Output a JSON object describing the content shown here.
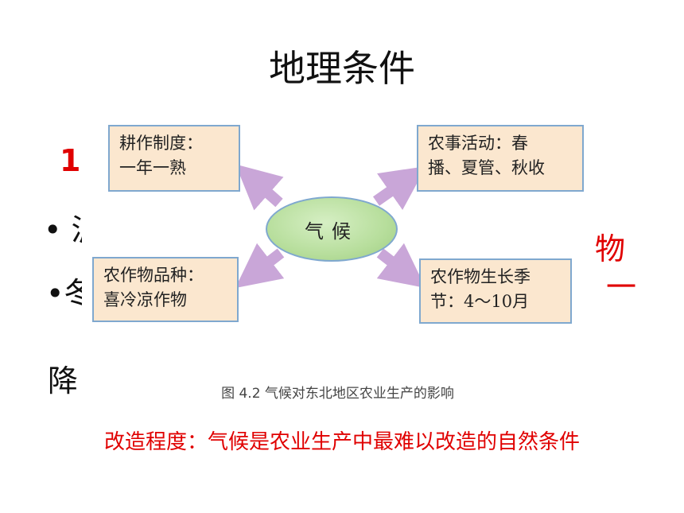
{
  "slide": {
    "title": "地理条件",
    "footer": "改造程度：气候是农业生产中最难以改造的自然条件"
  },
  "background_fragments": {
    "red_number": "1",
    "bullet_1": "• 泸",
    "bullet_2": "•冬",
    "text_jiang": "降",
    "right_1": "物",
    "right_2": "一"
  },
  "figure": {
    "center": "气候",
    "boxes": {
      "top_left": [
        "耕作制度：",
        "一年一熟"
      ],
      "top_right": [
        "农事活动：春",
        "播、夏管、秋收"
      ],
      "bottom_left": [
        "农作物品种：",
        "喜冷凉作物"
      ],
      "bottom_right": [
        "农作物生长季",
        "节：4～10月"
      ]
    },
    "caption": "图 4.2   气候对东北地区农业生产的影响",
    "colors": {
      "box_fill": "#fbe7cf",
      "box_border": "#7fa8cf",
      "ellipse_fill": "#b7de9c",
      "arrow": "#c9a6d8"
    }
  }
}
